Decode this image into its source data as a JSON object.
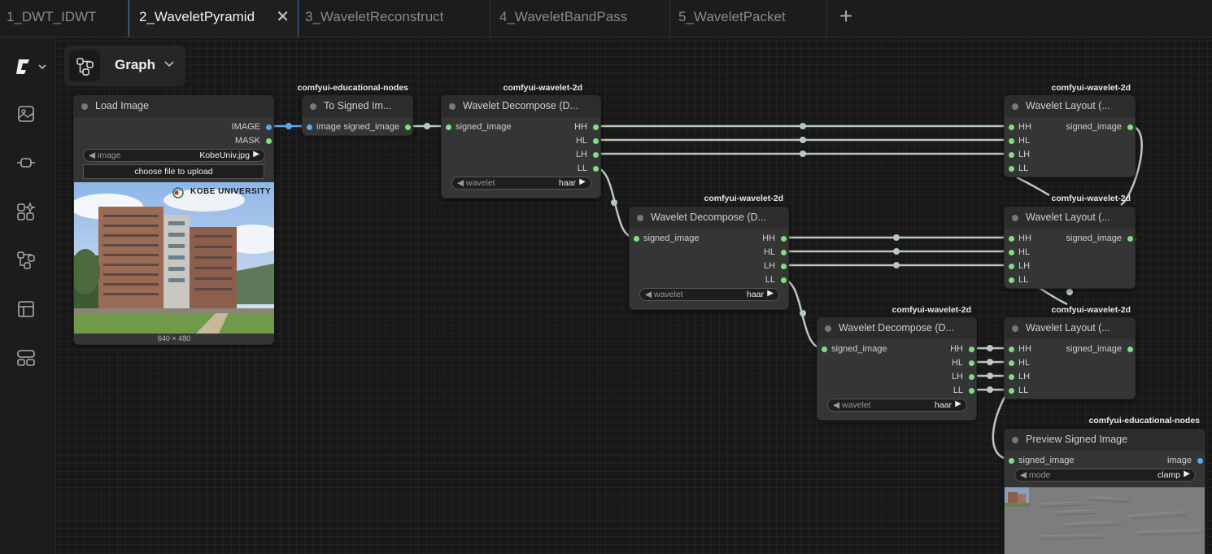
{
  "tabs": [
    {
      "label": "1_DWT_IDWT"
    },
    {
      "label": "2_WaveletPyramid"
    },
    {
      "label": "3_WaveletReconstruct"
    },
    {
      "label": "4_WaveletBandPass"
    },
    {
      "label": "5_WaveletPacket"
    }
  ],
  "close_glyph": "✕",
  "new_tab_glyph": "+",
  "graph_button": {
    "label": "Graph"
  },
  "sidebar_icons": [
    "comfy-logo-icon",
    "images-icon",
    "model-library-icon",
    "node-library-icon",
    "workflows-icon",
    "templates-icon",
    "queue-icon"
  ],
  "badges": {
    "educational": "comfyui-educational-nodes",
    "wavelet": "comfyui-wavelet-2d"
  },
  "nodes": {
    "load_image": {
      "title": "Load Image",
      "outputs": [
        "IMAGE",
        "MASK"
      ],
      "widget_label": "image",
      "widget_value": "KobeUniv.jpg",
      "upload_label": "choose file to upload",
      "photo_logo": "KOBE UNIVERSITY",
      "size": "640 × 480"
    },
    "to_signed": {
      "title": "To Signed Im...",
      "input": "image",
      "output": "signed_image"
    },
    "decompose": {
      "title": "Wavelet Decompose (D...",
      "input": "signed_image",
      "outputs": [
        "HH",
        "HL",
        "LH",
        "LL"
      ],
      "widget_label": "wavelet",
      "widget_value": "haar"
    },
    "layout": {
      "title": "Wavelet Layout (...",
      "inputs": [
        "HH",
        "HL",
        "LH",
        "LL"
      ],
      "output": "signed_image"
    },
    "preview": {
      "title": "Preview Signed Image",
      "input": "signed_image",
      "output": "image",
      "widget_label": "mode",
      "widget_value": "clamp"
    }
  },
  "colors": {
    "accent_tab": "#3b6fb5",
    "socket_green": "#7ee07e",
    "socket_blue": "#5aa8ee",
    "wire": "#b9c9b9"
  }
}
